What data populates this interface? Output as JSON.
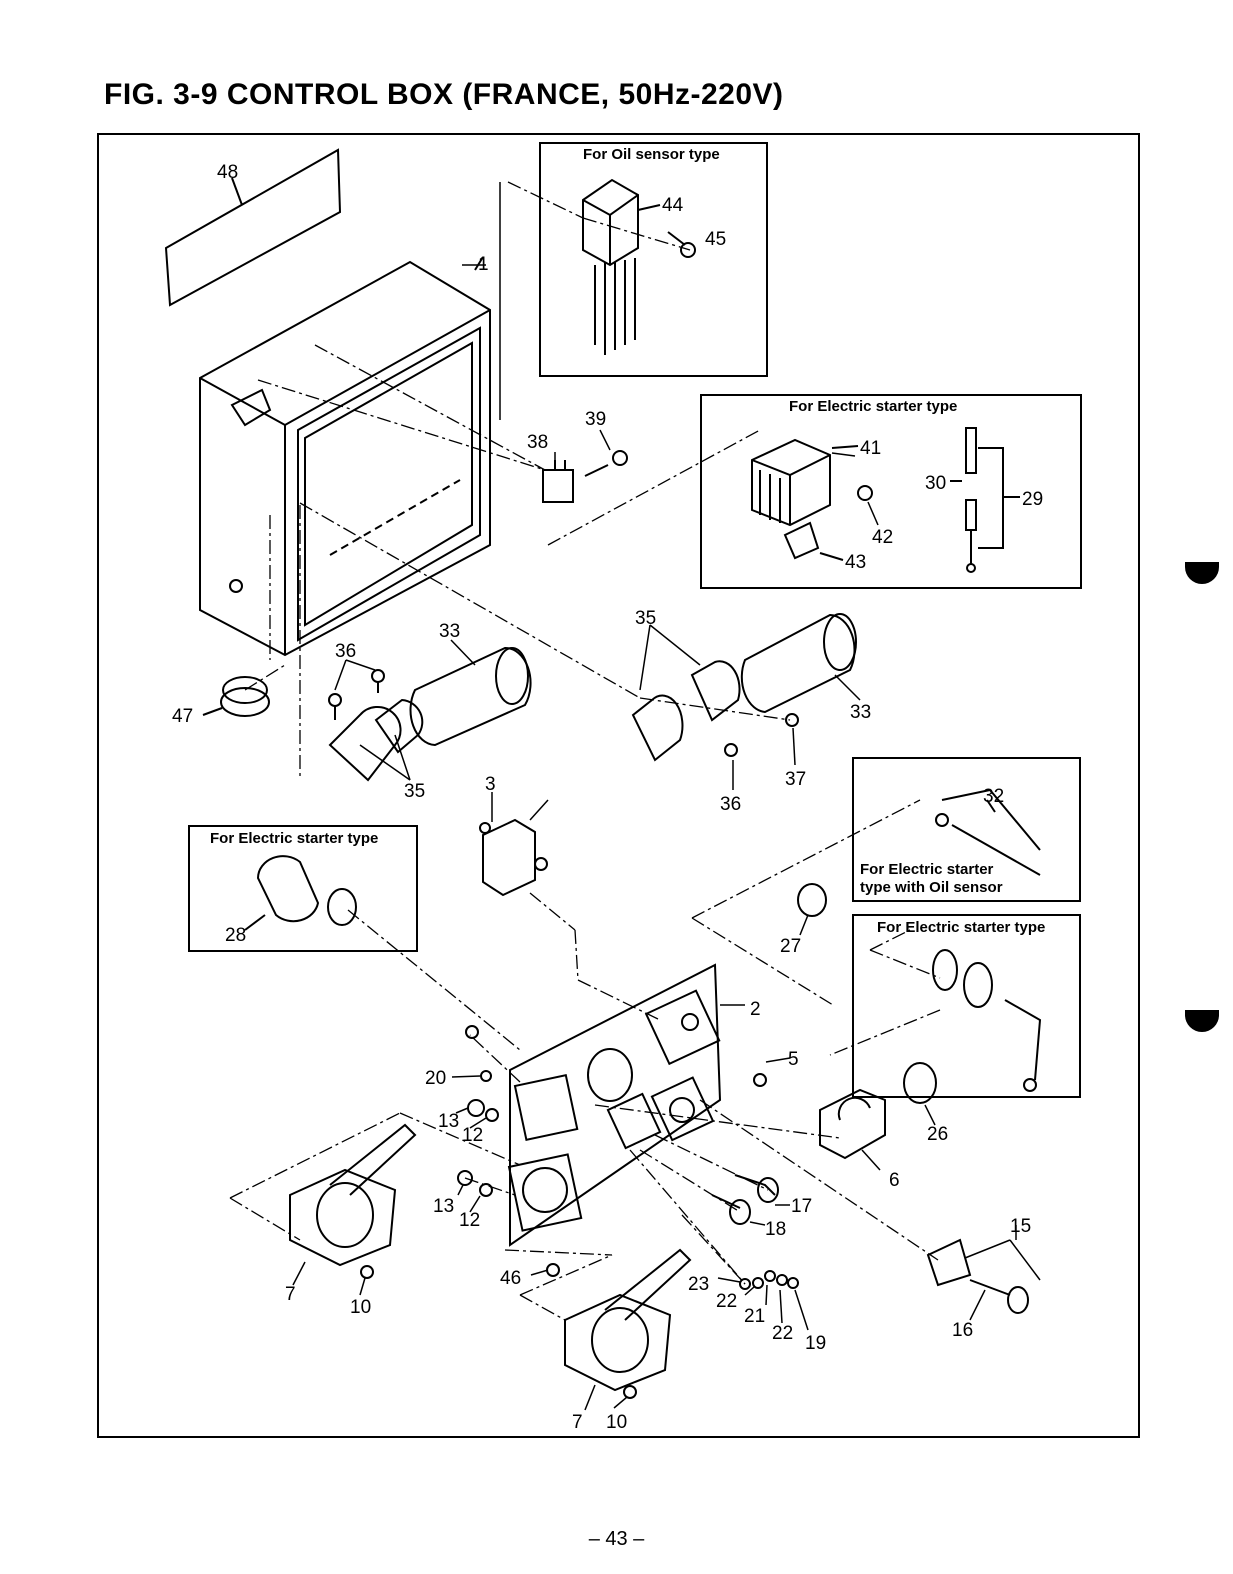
{
  "title": "FIG. 3-9  CONTROL  BOX  (FRANCE, 50Hz-220V)",
  "page_number": "– 43 –",
  "boxes": {
    "oil_sensor": "For Oil sensor type",
    "electric_starter_top": "For Electric starter type",
    "electric_starter_left": "For Electric starter type",
    "oil_sensor_starter_line1": "For Electric starter",
    "oil_sensor_starter_line2": "type with Oil sensor",
    "electric_starter_right": "For Electric starter type"
  },
  "parts": [
    {
      "id": "p1",
      "text": "1"
    },
    {
      "id": "p2",
      "text": "2"
    },
    {
      "id": "p3",
      "text": "3"
    },
    {
      "id": "p5",
      "text": "5"
    },
    {
      "id": "p6",
      "text": "6"
    },
    {
      "id": "p7a",
      "text": "7"
    },
    {
      "id": "p7b",
      "text": "7"
    },
    {
      "id": "p10a",
      "text": "10"
    },
    {
      "id": "p10b",
      "text": "10"
    },
    {
      "id": "p12a",
      "text": "12"
    },
    {
      "id": "p12b",
      "text": "12"
    },
    {
      "id": "p13a",
      "text": "13"
    },
    {
      "id": "p13b",
      "text": "13"
    },
    {
      "id": "p15",
      "text": "15"
    },
    {
      "id": "p16",
      "text": "16"
    },
    {
      "id": "p17",
      "text": "17"
    },
    {
      "id": "p18",
      "text": "18"
    },
    {
      "id": "p19",
      "text": "19"
    },
    {
      "id": "p20",
      "text": "20"
    },
    {
      "id": "p21",
      "text": "21"
    },
    {
      "id": "p22a",
      "text": "22"
    },
    {
      "id": "p22b",
      "text": "22"
    },
    {
      "id": "p23",
      "text": "23"
    },
    {
      "id": "p26",
      "text": "26"
    },
    {
      "id": "p27",
      "text": "27"
    },
    {
      "id": "p28",
      "text": "28"
    },
    {
      "id": "p29",
      "text": "29"
    },
    {
      "id": "p30",
      "text": "30"
    },
    {
      "id": "p32",
      "text": "32"
    },
    {
      "id": "p33a",
      "text": "33"
    },
    {
      "id": "p33b",
      "text": "33"
    },
    {
      "id": "p35a",
      "text": "35"
    },
    {
      "id": "p35b",
      "text": "35"
    },
    {
      "id": "p36a",
      "text": "36"
    },
    {
      "id": "p36b",
      "text": "36"
    },
    {
      "id": "p37",
      "text": "37"
    },
    {
      "id": "p38",
      "text": "38"
    },
    {
      "id": "p39",
      "text": "39"
    },
    {
      "id": "p41",
      "text": "41"
    },
    {
      "id": "p42",
      "text": "42"
    },
    {
      "id": "p43",
      "text": "43"
    },
    {
      "id": "p44",
      "text": "44"
    },
    {
      "id": "p45",
      "text": "45"
    },
    {
      "id": "p46",
      "text": "46"
    },
    {
      "id": "p47",
      "text": "47"
    },
    {
      "id": "p48",
      "text": "48"
    }
  ]
}
